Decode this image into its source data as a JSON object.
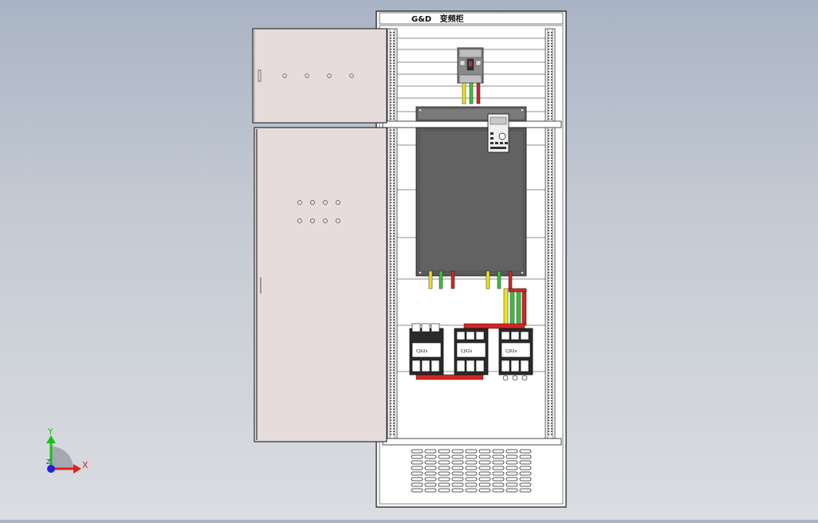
{
  "cabinet": {
    "title": "G&D   变频柜"
  },
  "components": {
    "contactor_labels": [
      "CJX2s",
      "CJX2s",
      "CJX2s"
    ]
  },
  "axis_triad": {
    "y_label": "Y",
    "x_label": "X",
    "z_label": "Z"
  },
  "colors": {
    "background_top": "#a9b4c4",
    "background_bottom": "#dadde1",
    "door_fill": "#e6dcdc",
    "wire_yellow": "#f2e41c",
    "wire_green": "#3fbf3f",
    "wire_red": "#d62424",
    "vfd_body": "#5a5a5a",
    "triad_y": "#18c018",
    "triad_x": "#e02020",
    "triad_z": "#2020e0"
  }
}
